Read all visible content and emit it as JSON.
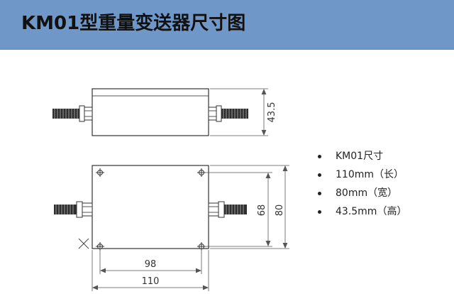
{
  "header": {
    "title": "KM01型重量变送器尺寸图",
    "background": "#6f98c9"
  },
  "dimensions": {
    "height": "43.5",
    "inner_height": "68",
    "outer_height": "80",
    "inner_width": "98",
    "outer_width": "110"
  },
  "specs": [
    "KM01尺寸",
    "110mm（长）",
    "80mm（宽）",
    "43.5mm（高）"
  ]
}
